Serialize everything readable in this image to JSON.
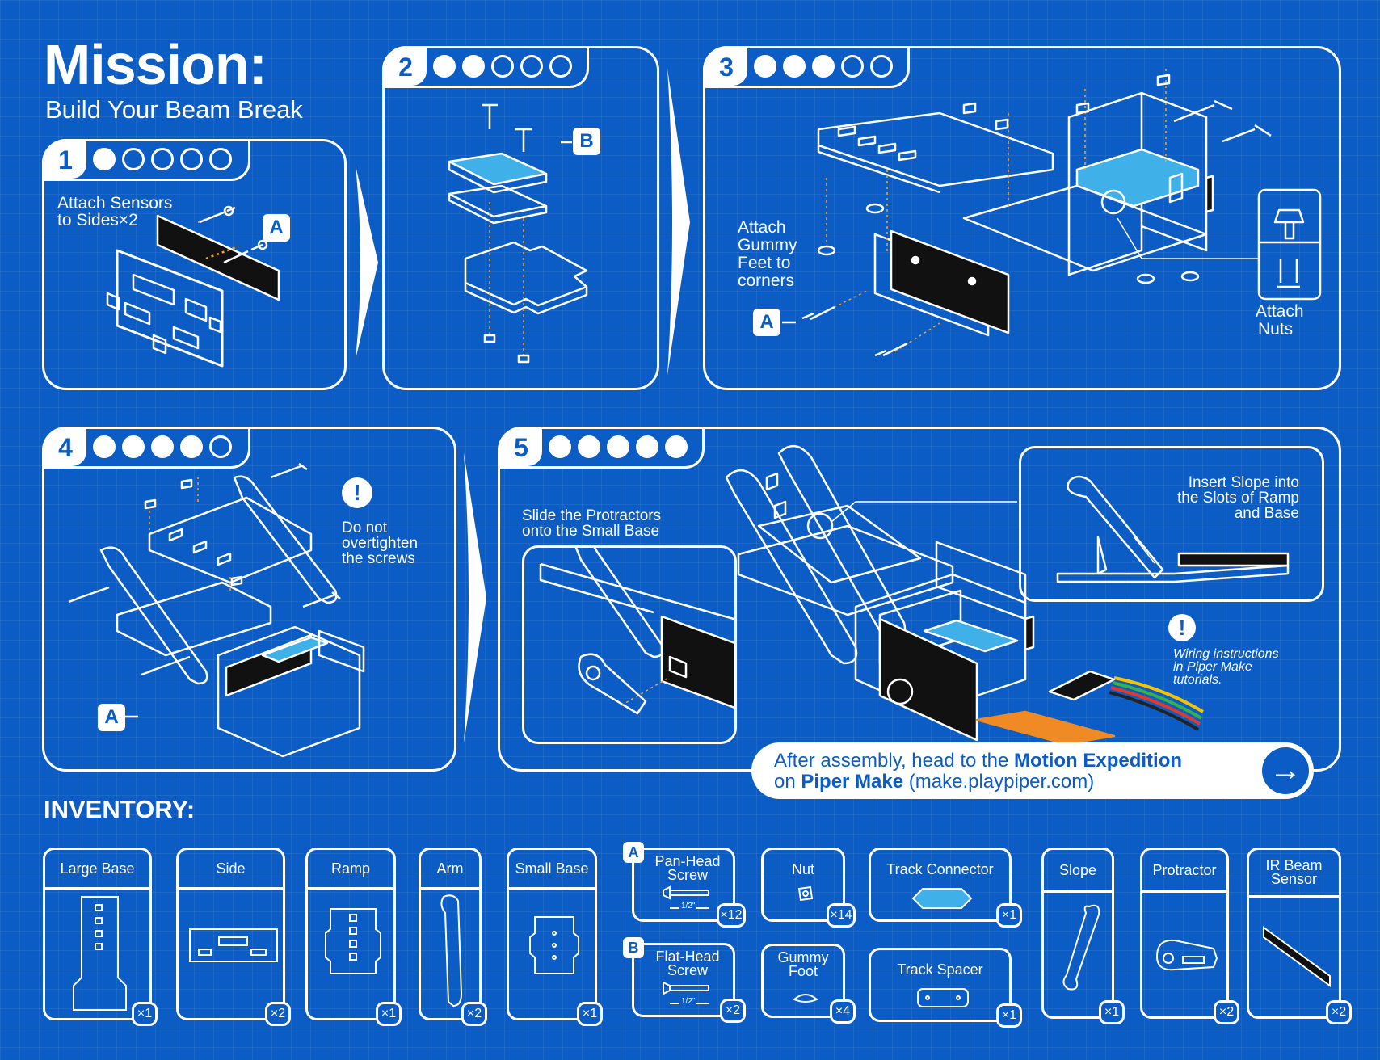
{
  "header": {
    "title": "Mission:",
    "subtitle": "Build Your Beam Break"
  },
  "steps": [
    {
      "number": "1",
      "progress": 1,
      "text_a": "Attach Sensors",
      "text_b": "to Sides×2",
      "callout": "A"
    },
    {
      "number": "2",
      "progress": 2,
      "callout": "B"
    },
    {
      "number": "3",
      "progress": 3,
      "text_feet": [
        "Attach",
        "Gummy",
        "Feet to",
        "corners"
      ],
      "text_nuts": [
        "Attach",
        "Nuts"
      ],
      "callout": "A"
    },
    {
      "number": "4",
      "progress": 4,
      "warning": [
        "Do not",
        "overtighten",
        "the screws"
      ],
      "callout": "A"
    },
    {
      "number": "5",
      "progress": 5,
      "text_slide": [
        "Slide the Protractors",
        "onto the Small Base"
      ],
      "text_slope": [
        "Insert Slope into",
        "the Slots of Ramp",
        "and Base"
      ],
      "text_wiring": [
        "Wiring instructions",
        "in Piper Make",
        "tutorials."
      ]
    }
  ],
  "glyphs": {
    "warning": "!",
    "arrow": "→"
  },
  "banner": {
    "line1_a": "After assembly, head to the ",
    "line1_b": "Motion Expedition",
    "line2_a": "on ",
    "line2_b": "Piper Make",
    "line2_c": " (make.playpiper.com)"
  },
  "inventory": {
    "title": "INVENTORY:",
    "items": [
      {
        "name": "Large Base",
        "qty": "×1"
      },
      {
        "name": "Side",
        "qty": "×2"
      },
      {
        "name": "Ramp",
        "qty": "×1"
      },
      {
        "name": "Arm",
        "qty": "×2"
      },
      {
        "name": "Small Base",
        "qty": "×1"
      },
      {
        "name": "Pan-Head Screw",
        "tag": "A",
        "size": "1/2\"",
        "qty": "×12"
      },
      {
        "name": "Flat-Head Screw",
        "tag": "B",
        "size": "1/2\"",
        "qty": "×2"
      },
      {
        "name": "Nut",
        "qty": "×14"
      },
      {
        "name": "Gummy Foot",
        "qty": "×4"
      },
      {
        "name": "Track Connector",
        "qty": "×1"
      },
      {
        "name": "Track Spacer",
        "qty": "×1"
      },
      {
        "name": "Slope",
        "qty": "×1"
      },
      {
        "name": "Protractor",
        "qty": "×2"
      },
      {
        "name": "IR Beam Sensor",
        "qty": "×2"
      }
    ]
  },
  "colors": {
    "background": "#0b5cc4",
    "line": "#ffffff",
    "track": "#3fb0e8",
    "sensor": "#111111",
    "cable": "#f08a24",
    "guide": "#f5a623"
  }
}
